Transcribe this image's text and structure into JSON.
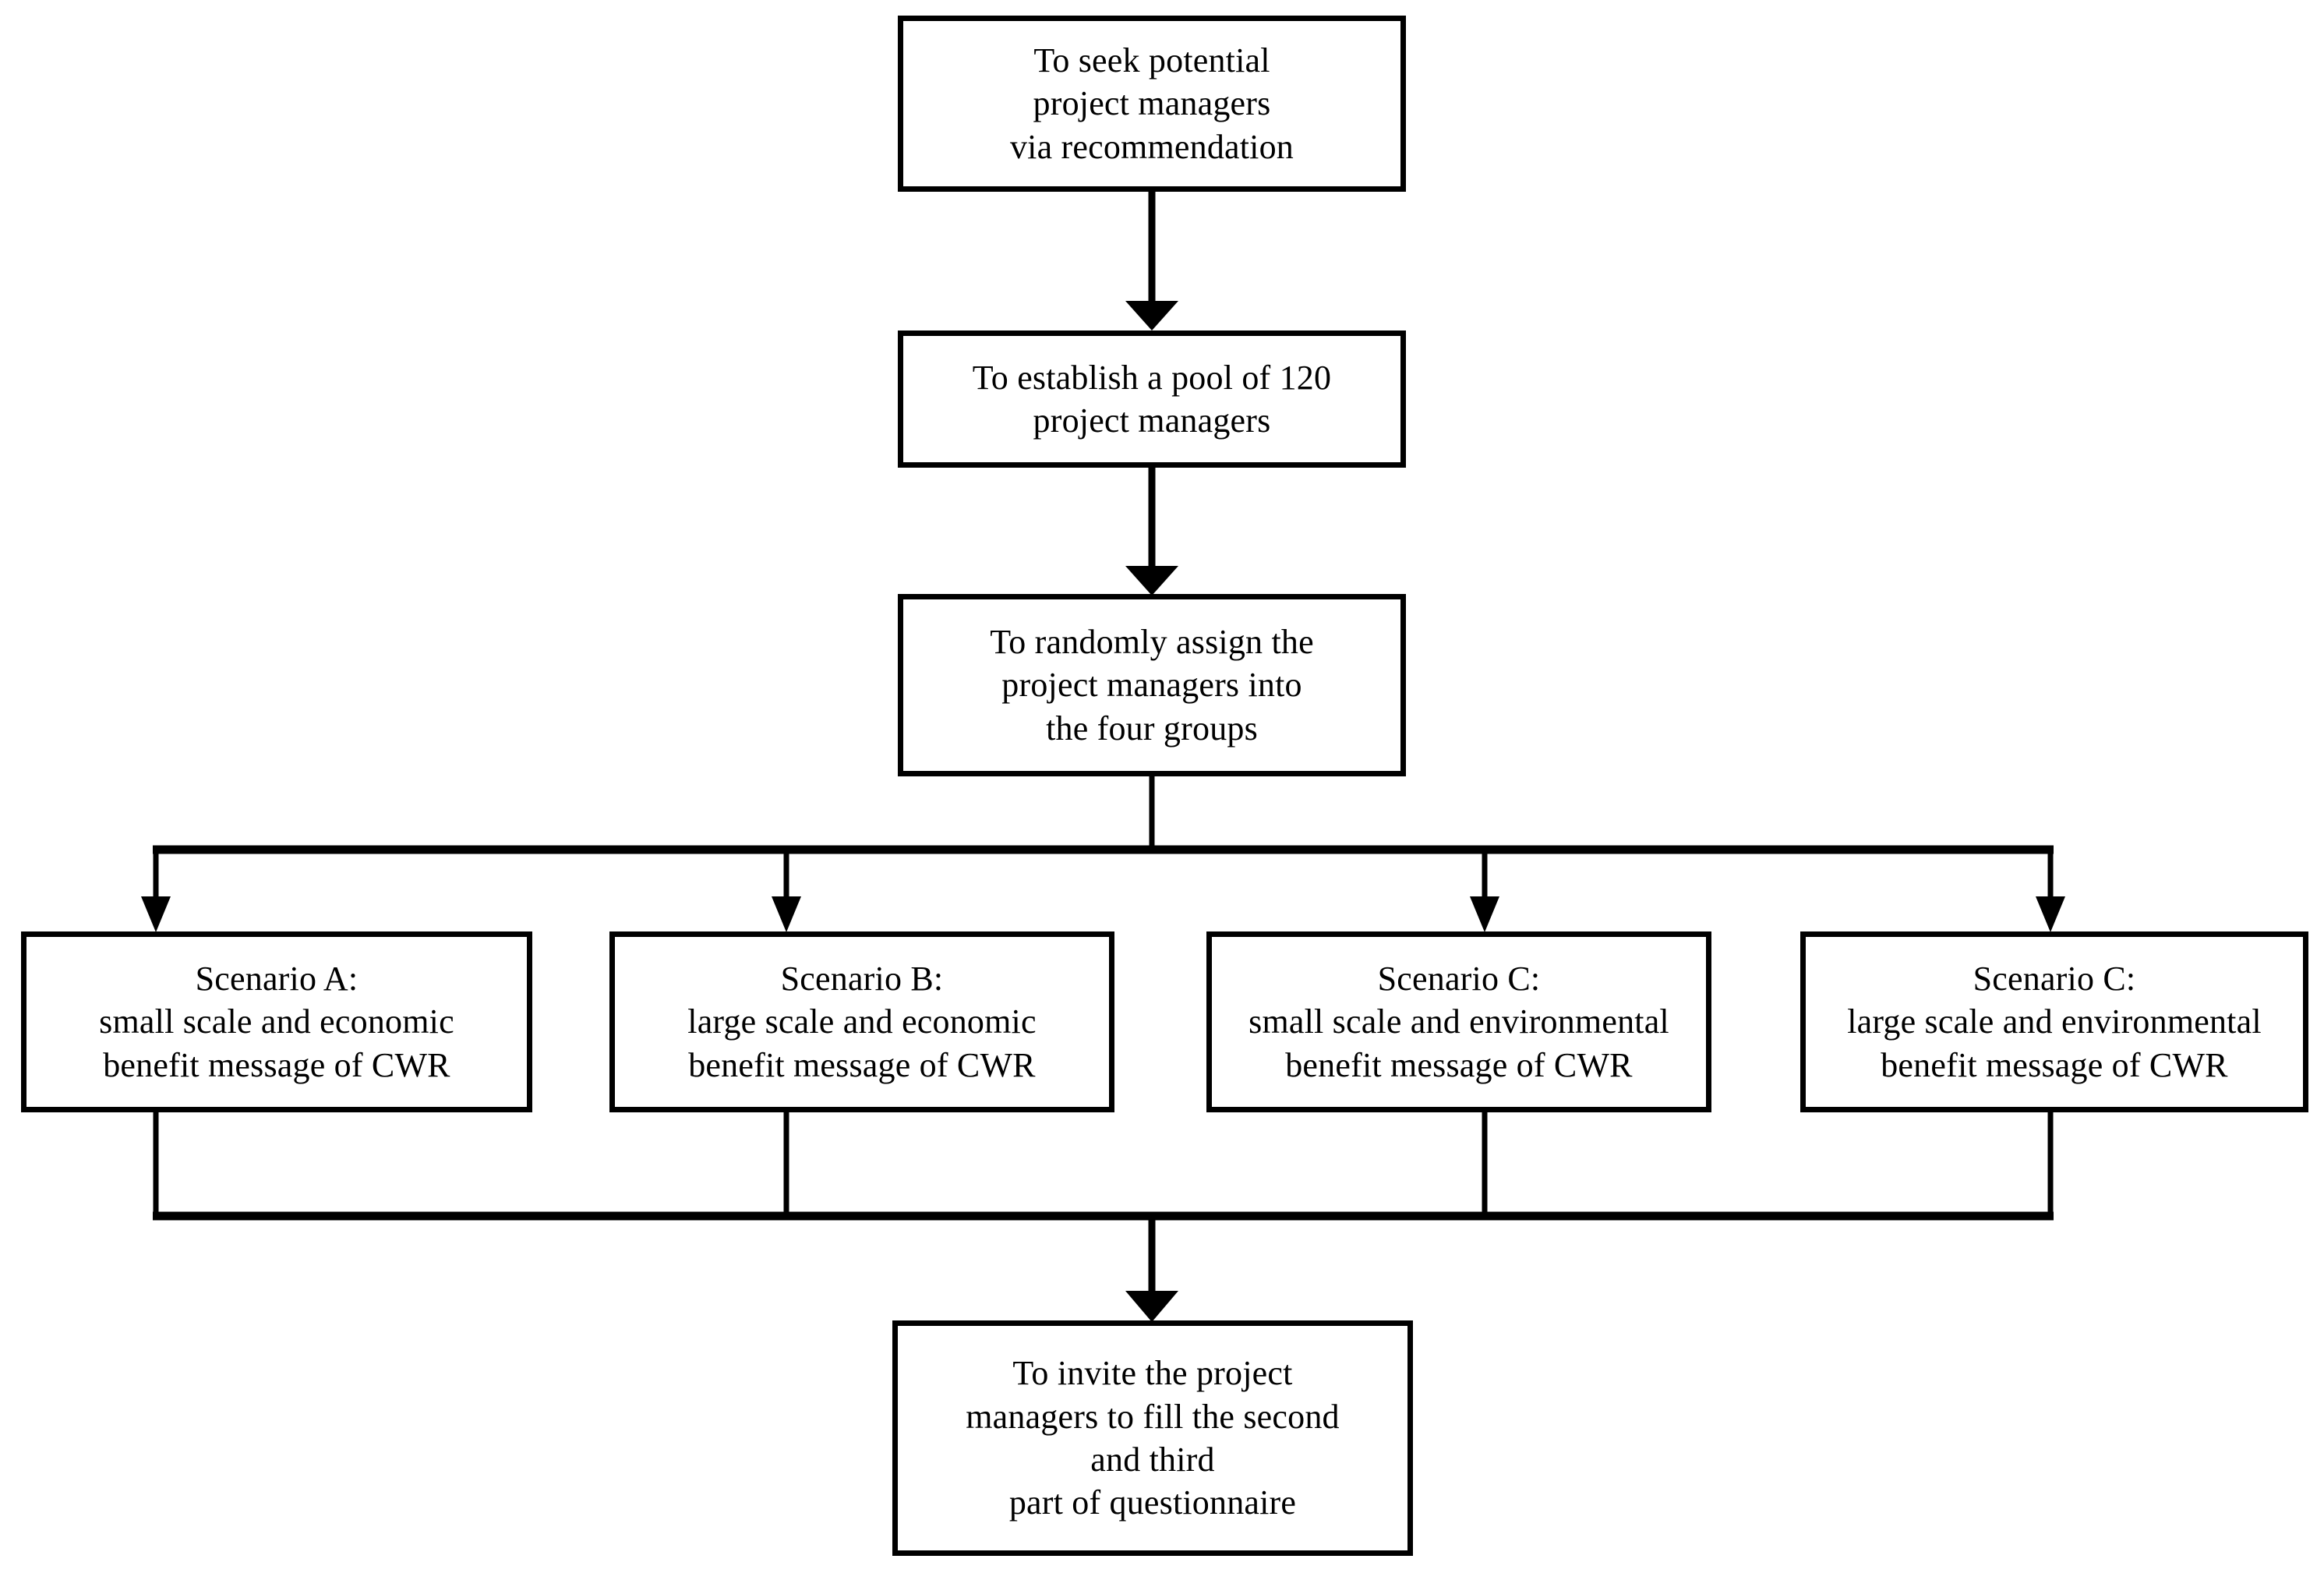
{
  "diagram": {
    "title": "Experimental research design flowchart",
    "line_color": "#000000",
    "box_fill": "#ffffff",
    "text_color": "#000000"
  },
  "nodes": {
    "seek": "To seek potential\nproject managers\nvia recommendation",
    "pool": "To establish a pool of 120\nproject managers",
    "assign": "To randomly assign the\nproject managers into\nthe four groups",
    "scenario_a": "Scenario A:\nsmall scale and economic\nbenefit message of CWR",
    "scenario_b": "Scenario B:\nlarge scale and economic\nbenefit message of CWR",
    "scenario_c": "Scenario C:\nsmall scale and environmental\nbenefit message of CWR",
    "scenario_d": "Scenario C:\nlarge scale and environmental\nbenefit message of CWR",
    "invite": "To invite the project\nmanagers to fill the second\nand third\npart of questionnaire"
  },
  "edges": [
    {
      "name": "seek-to-pool",
      "from": "seek",
      "to": "pool",
      "style": "straight-arrow"
    },
    {
      "name": "pool-to-assign",
      "from": "pool",
      "to": "assign",
      "style": "straight-arrow"
    },
    {
      "name": "assign-to-scenarios",
      "from": "assign",
      "to": "scenario_a,scenario_b,scenario_c,scenario_d",
      "style": "split-bar-four-arrows"
    },
    {
      "name": "scenarios-to-invite",
      "from": "scenario_a,scenario_b,scenario_c,scenario_d",
      "to": "invite",
      "style": "merge-bar-arrow"
    }
  ]
}
